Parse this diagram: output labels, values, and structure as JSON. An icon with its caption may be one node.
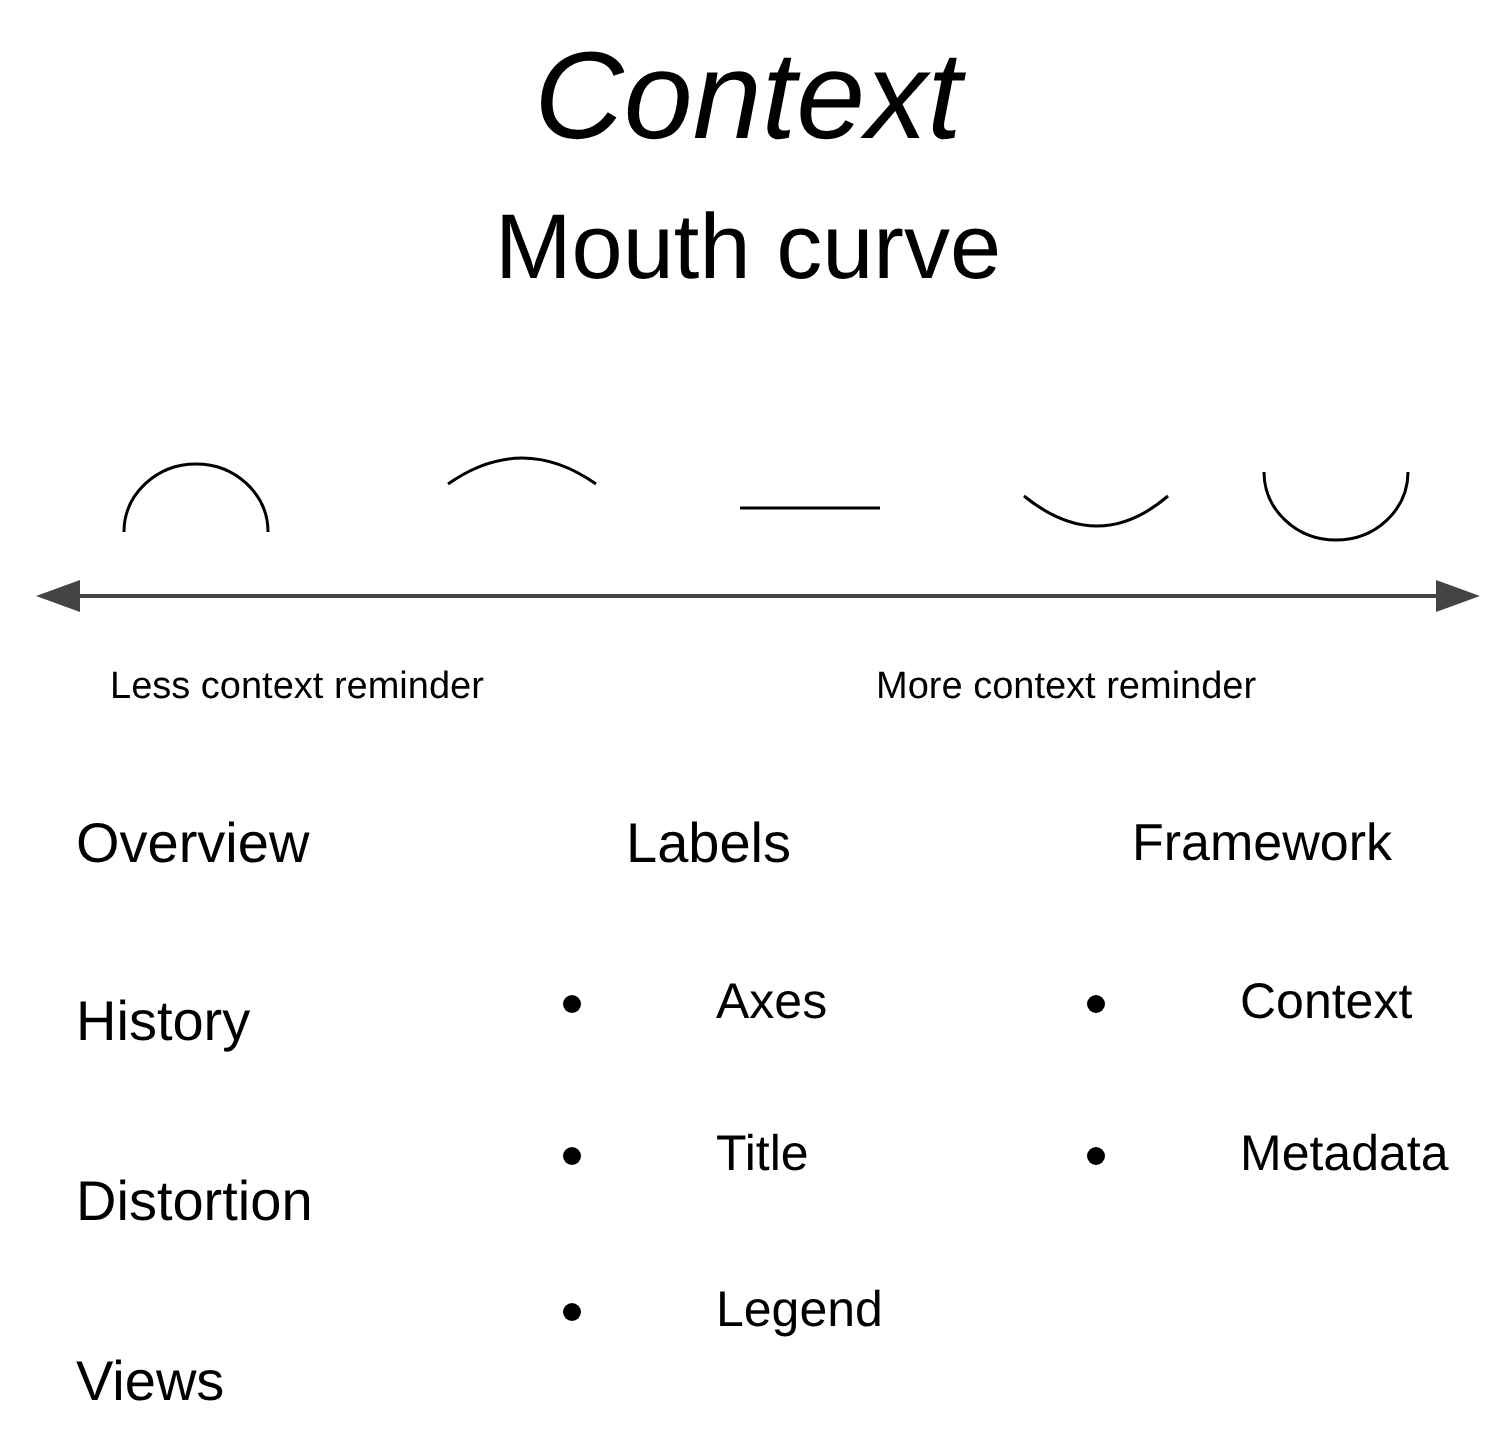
{
  "diagram": {
    "title": "Context",
    "labels": [
      "Mouth curve",
      "Less context reminder",
      "More context reminder",
      "Overview",
      "Labels",
      "Framework",
      "History",
      "Axes",
      "Context",
      "Title",
      "Metadata",
      "Distortion",
      "Legend",
      "Views"
    ]
  }
}
